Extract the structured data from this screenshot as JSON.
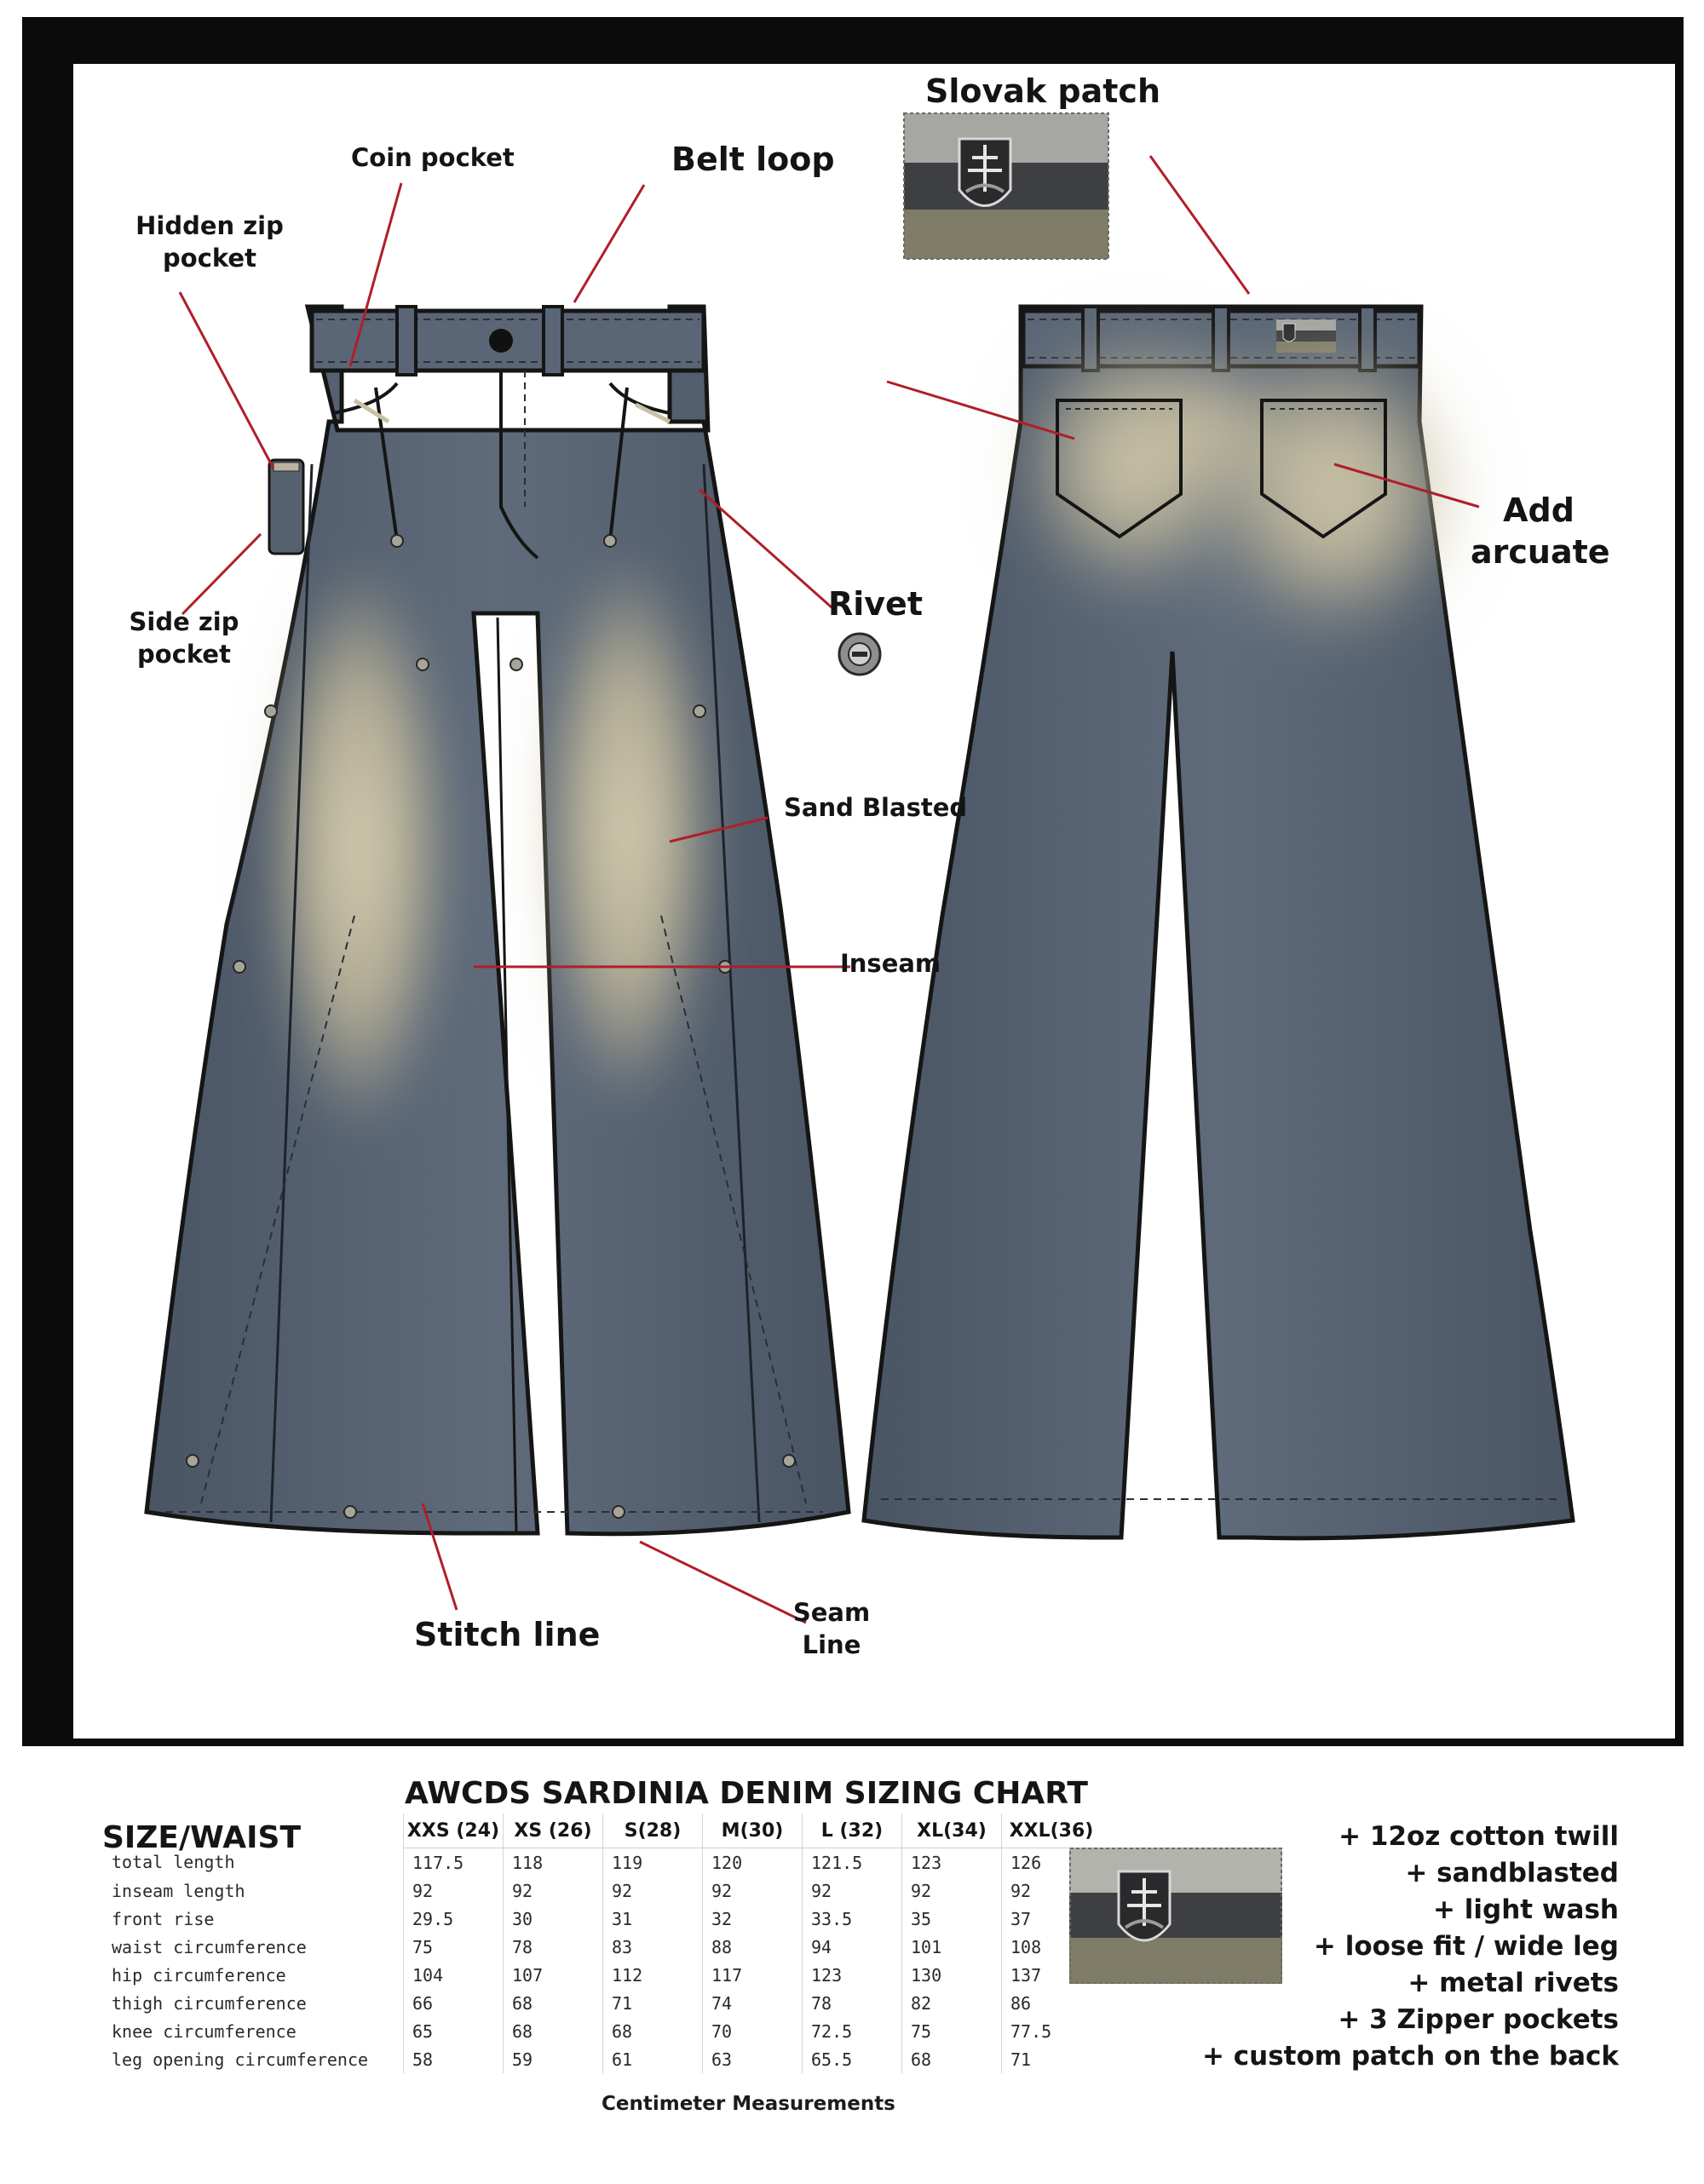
{
  "labels": {
    "slovak_patch": "Slovak patch",
    "coin_pocket": "Coin pocket",
    "belt_loop": "Belt loop",
    "hidden_zip_pocket": [
      "Hidden zip",
      "pocket"
    ],
    "side_zip_pocket": [
      "Side zip",
      "pocket"
    ],
    "rivet": "Rivet",
    "sand_blasted": "Sand Blasted",
    "inseam": "Inseam",
    "add_arcuate": [
      "Add",
      "arcuate"
    ],
    "stitch_line": "Stitch line",
    "seam_line": [
      "Seam",
      "Line"
    ]
  },
  "colors": {
    "denim": "#5c6878",
    "denim_dark": "#4a5564",
    "sand": "#cbc2a4",
    "callout": "#b01e2a",
    "frame": "#0b0b0b",
    "patch_top": "#a6a6a2",
    "patch_mid": "#3e3f42",
    "patch_bottom": "#7f7c68"
  },
  "chart": {
    "title": "AWCDS SARDINIA DENIM SIZING CHART",
    "size_waist_label": "SIZE/WAIST",
    "caption": "Centimeter Measurements",
    "columns": [
      {
        "size": "XXS",
        "waist": "(24)"
      },
      {
        "size": "XS",
        "waist": "(26)"
      },
      {
        "size": "S",
        "waist": "(28)"
      },
      {
        "size": "M",
        "waist": "(30)"
      },
      {
        "size": "L",
        "waist": "(32)"
      },
      {
        "size": "XL",
        "waist": "(34)"
      },
      {
        "size": "XXL",
        "waist": "(36)"
      }
    ],
    "rows": [
      {
        "label": "total length",
        "values": [
          "117.5",
          "118",
          "119",
          "120",
          "121.5",
          "123",
          "126"
        ]
      },
      {
        "label": "inseam length",
        "values": [
          "92",
          "92",
          "92",
          "92",
          "92",
          "92",
          "92"
        ]
      },
      {
        "label": "front rise",
        "values": [
          "29.5",
          "30",
          "31",
          "32",
          "33.5",
          "35",
          "37"
        ]
      },
      {
        "label": "waist circumference",
        "values": [
          "75",
          "78",
          "83",
          "88",
          "94",
          "101",
          "108"
        ]
      },
      {
        "label": "hip circumference",
        "values": [
          "104",
          "107",
          "112",
          "117",
          "123",
          "130",
          "137"
        ]
      },
      {
        "label": "thigh circumference",
        "values": [
          "66",
          "68",
          "71",
          "74",
          "78",
          "82",
          "86"
        ]
      },
      {
        "label": "knee circumference",
        "values": [
          "65",
          "68",
          "68",
          "70",
          "72.5",
          "75",
          "77.5"
        ]
      },
      {
        "label": "leg opening circumference",
        "values": [
          "58",
          "59",
          "61",
          "63",
          "65.5",
          "68",
          "71"
        ]
      }
    ]
  },
  "features": [
    "+ 12oz cotton twill",
    "+ sandblasted",
    "+ light wash",
    "+ loose fit / wide leg",
    "+ metal rivets",
    "+ 3 Zipper pockets",
    "+ custom patch on the back"
  ]
}
